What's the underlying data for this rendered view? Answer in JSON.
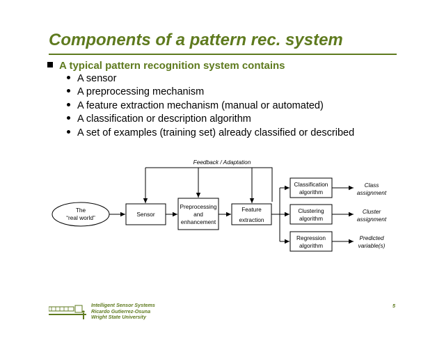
{
  "slide": {
    "title": "Components of a pattern rec. system",
    "lead": "A typical pattern recognition system contains",
    "bullets": [
      "A sensor",
      "A preprocessing mechanism",
      "A feature extraction mechanism (manual or automated)",
      "A classification or description algorithm",
      "A set of examples (training set) already classified or described"
    ]
  },
  "diagram": {
    "feedback_label": "Feedback / Adaptation",
    "real_world": [
      "The",
      "“real world”"
    ],
    "sensor": "Sensor",
    "preprocessing": [
      "Preprocessing",
      "and",
      "enhancement"
    ],
    "feature": [
      "Feature",
      "extraction"
    ],
    "classification": [
      "Classification",
      "algorithm"
    ],
    "clustering": [
      "Clustering",
      "algorithm"
    ],
    "regression": [
      "Regression",
      "algorithm"
    ],
    "class_out": [
      "Class",
      "assignment"
    ],
    "cluster_out": [
      "Cluster",
      "assignment"
    ],
    "predicted_out": [
      "Predicted",
      "variable(s)"
    ]
  },
  "footer": {
    "line1": "Intelligent Sensor Systems",
    "line2": "Ricardo Gutierrez-Osuna",
    "line3": "Wright State University",
    "page": "5"
  },
  "colors": {
    "accent": "#5e7a1e",
    "text": "#000000",
    "stroke": "#000000"
  }
}
